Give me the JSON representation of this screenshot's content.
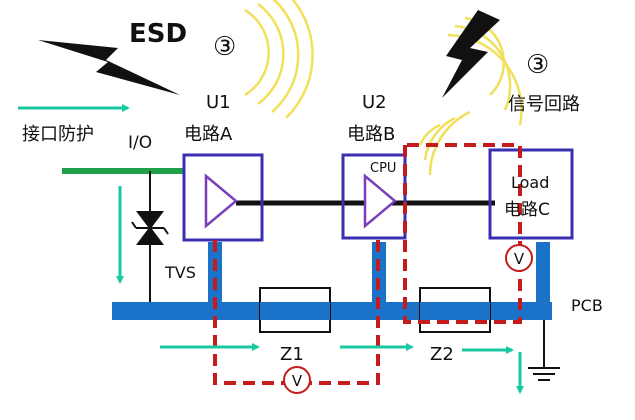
{
  "labels": {
    "esd": "ESD",
    "circle_num_1": "③",
    "circle_num_2": "③",
    "u1": "U1",
    "u1_circuit": "电路A",
    "u2": "U2",
    "u2_circuit": "电路B",
    "cpu": "CPU",
    "load": "Load",
    "load_circuit": "电路C",
    "signal_loop": "信号回路",
    "port_protection": "接口防护",
    "io": "I/O",
    "tvs": "TVS",
    "pcb": "PCB",
    "z1": "Z1",
    "z2": "Z2",
    "voltmeter_1": "V",
    "voltmeter_2": "V"
  },
  "colors": {
    "box_border": "#3a2fb0",
    "ground_bar": "#1a73c8",
    "signal_trace": "#111111",
    "io_trace": "#1fa14a",
    "arrow": "#19c7a0",
    "loop_dash": "#c41c1c",
    "buffer_triangle": "#7a3fb8",
    "esd_wave": "#f0e05a",
    "lightning": "#111111"
  }
}
